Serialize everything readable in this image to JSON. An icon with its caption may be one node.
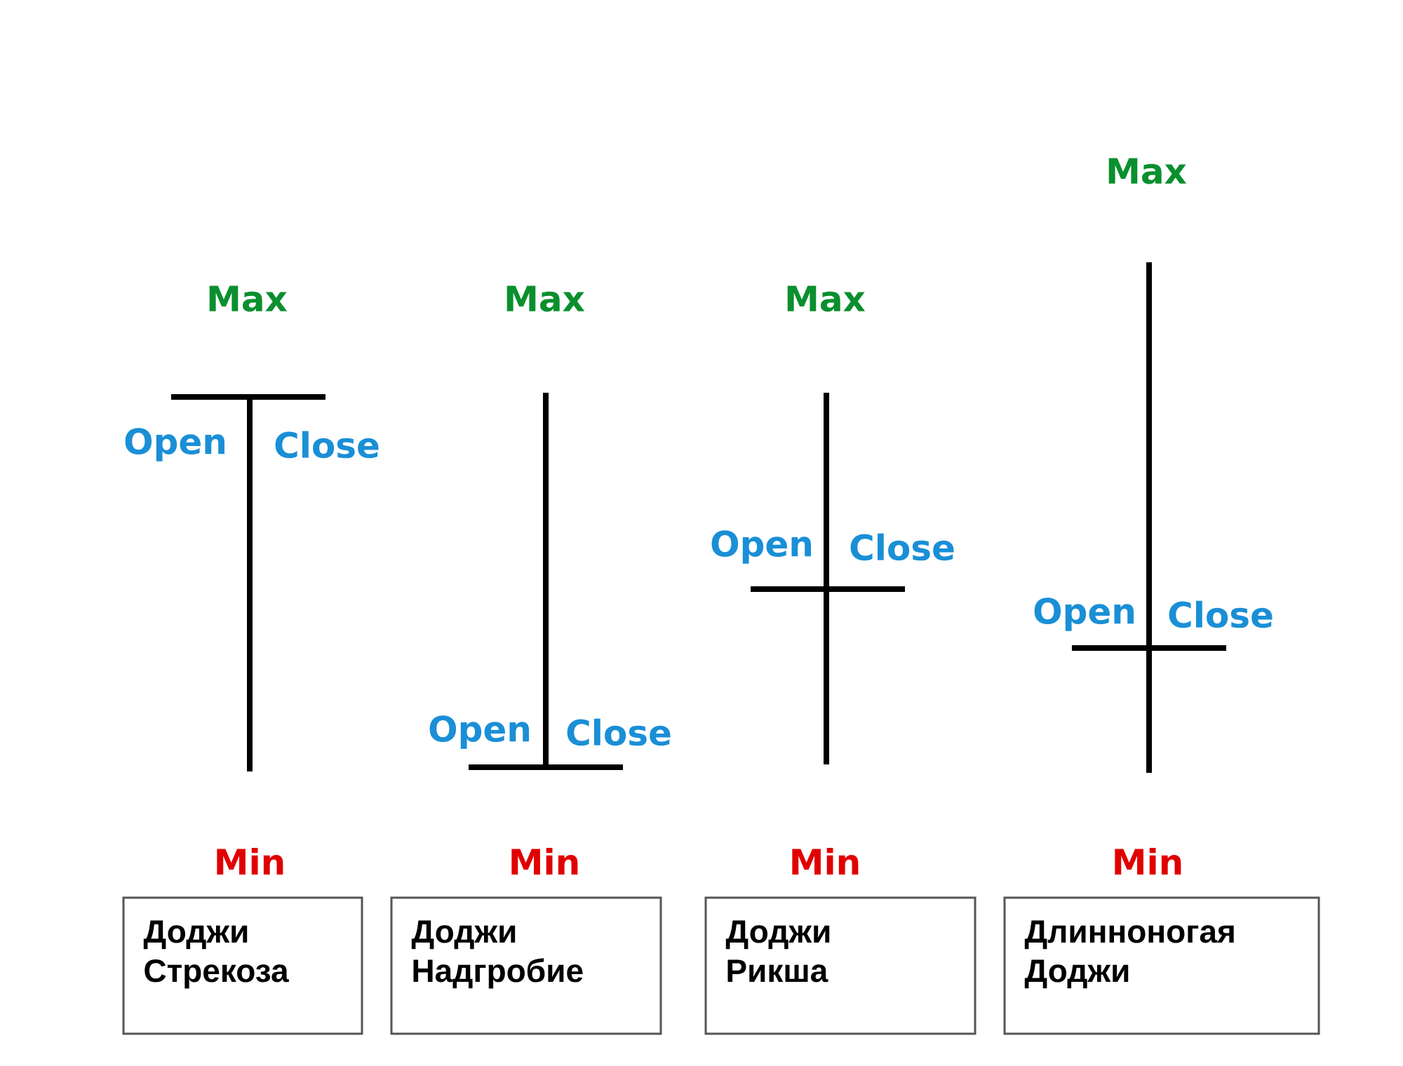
{
  "diagram": {
    "nodes": [
      {
        "text": [
          "Доджи Стрекоза"
        ]
      },
      {
        "text": [
          "Доджи Надгробие"
        ]
      },
      {
        "text": [
          "Доджи Рикша"
        ]
      },
      {
        "text": [
          "Длинноногая Доджи"
        ]
      }
    ],
    "labels": [
      "Max",
      "Max",
      "Max",
      "Max",
      "Open",
      "Close",
      "Open",
      "Close",
      "Open",
      "Close",
      "Open",
      "Close",
      "Min",
      "Min",
      "Min",
      "Min"
    ]
  }
}
